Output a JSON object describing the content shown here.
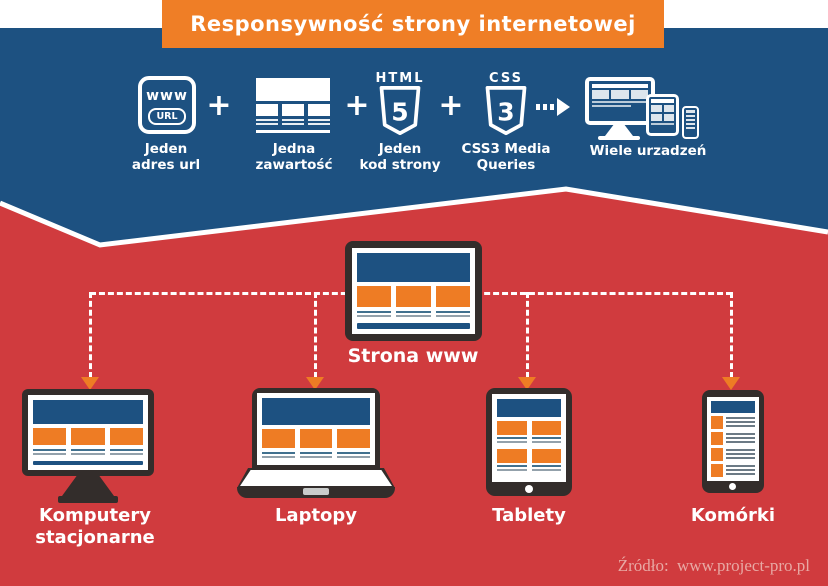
{
  "title": "Responsywność strony internetowej",
  "plus": "+",
  "formula": {
    "url": {
      "label1": "Jeden",
      "label2": "adres url",
      "www": "www",
      "url_badge": "URL"
    },
    "content": {
      "label1": "Jedna",
      "label2": "zawartość"
    },
    "html": {
      "label1": "Jeden",
      "label2": "kod strony",
      "logo_top": "HTML",
      "logo_number": "5"
    },
    "css": {
      "label1": "CSS3 Media",
      "label2": "Queries",
      "logo_top": "CSS",
      "logo_number": "3"
    },
    "devices": {
      "label1": "Wiele urzadzeń"
    }
  },
  "diagram": {
    "root_label": "Strona www",
    "desktop": {
      "label1": "Komputery",
      "label2": "stacjonarne"
    },
    "laptop": {
      "label1": "Laptopy"
    },
    "tablet": {
      "label1": "Tablety"
    },
    "phone": {
      "label1": "Komórki"
    }
  },
  "source": {
    "prefix": "Źródło:",
    "site": "www.project-pro.pl"
  },
  "colors": {
    "blue": "#1d5181",
    "red": "#d03b3e",
    "orange": "#ee7c24",
    "dark_frame": "#332d2b",
    "white": "#ffffff"
  }
}
